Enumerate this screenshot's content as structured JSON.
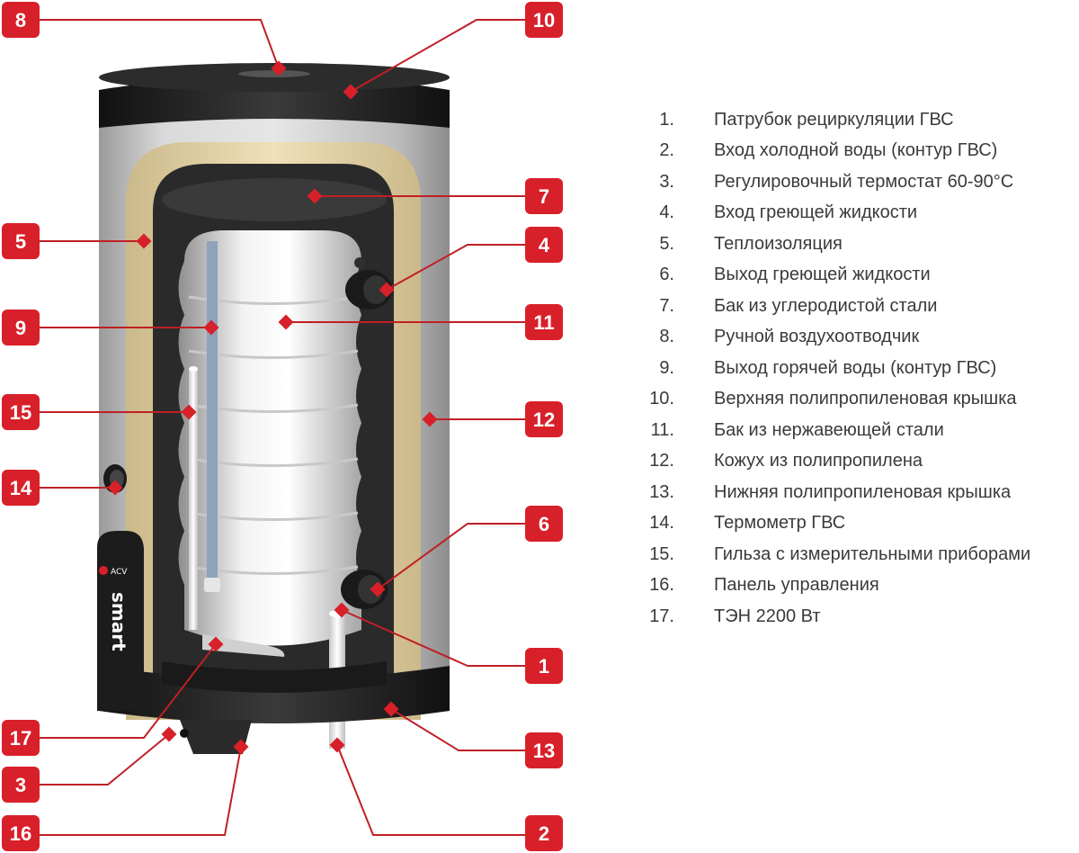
{
  "brand": {
    "logo_text": "ACV",
    "model_text": "smart"
  },
  "colors": {
    "callout": "#d8202a",
    "leader": "#c01f26",
    "jacket": "#c4c4c4",
    "insulation": "#e6d6ac",
    "cap": "#1e1e1e",
    "text": "#3a3a3a"
  },
  "callouts": [
    "8",
    "10",
    "7",
    "5",
    "4",
    "9",
    "11",
    "15",
    "12",
    "14",
    "6",
    "1",
    "17",
    "13",
    "3",
    "16",
    "2"
  ],
  "legend": [
    {
      "num": "1.",
      "label": "Патрубок рециркуляции ГВС"
    },
    {
      "num": "2.",
      "label": "Вход холодной воды (контур ГВС)"
    },
    {
      "num": "3.",
      "label": "Регулировочный термостат 60-90°С"
    },
    {
      "num": "4.",
      "label": "Вход греющей жидкости"
    },
    {
      "num": "5.",
      "label": "Теплоизоляция"
    },
    {
      "num": "6.",
      "label": "Выход греющей жидкости"
    },
    {
      "num": "7.",
      "label": "Бак из углеродистой стали"
    },
    {
      "num": "8.",
      "label": "Ручной воздухоотводчик"
    },
    {
      "num": "9.",
      "label": "Выход горячей воды (контур ГВС)"
    },
    {
      "num": "10.",
      "label": "Верхняя полипропиленовая крышка"
    },
    {
      "num": "11.",
      "label": "Бак из нержавеющей стали"
    },
    {
      "num": "12.",
      "label": "Кожух из полипропилена"
    },
    {
      "num": "13.",
      "label": "Нижняя полипропиленовая крышка"
    },
    {
      "num": "14.",
      "label": "Термометр ГВС"
    },
    {
      "num": "15.",
      "label": "Гильза с измерительными приборами"
    },
    {
      "num": "16.",
      "label": "Панель управления"
    },
    {
      "num": "17.",
      "label": "ТЭН 2200 Вт"
    }
  ]
}
